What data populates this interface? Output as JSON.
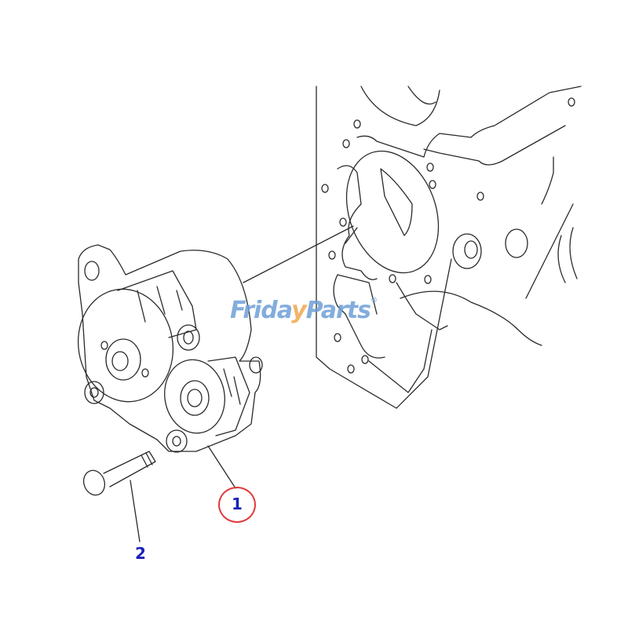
{
  "diagram": {
    "type": "exploded-parts-diagram",
    "subject": "engine front cover with belt tensioner/pulley assembly",
    "watermark": {
      "part1": "Frida",
      "part2": "y",
      "part3": "Parts",
      "registered": "®"
    },
    "callouts": [
      {
        "id": "1",
        "label": "1",
        "highlighted": true,
        "highlight_color": "#e03a3a",
        "part": "tensioner pulley assembly"
      },
      {
        "id": "2",
        "label": "2",
        "highlighted": false,
        "part": "bolt"
      }
    ],
    "colors": {
      "line": "#2a2a2a",
      "callout_text": "#1a22b8",
      "highlight": "#e03a3a",
      "watermark_blue": "#6e9fd6",
      "watermark_orange": "#f0a850"
    }
  }
}
